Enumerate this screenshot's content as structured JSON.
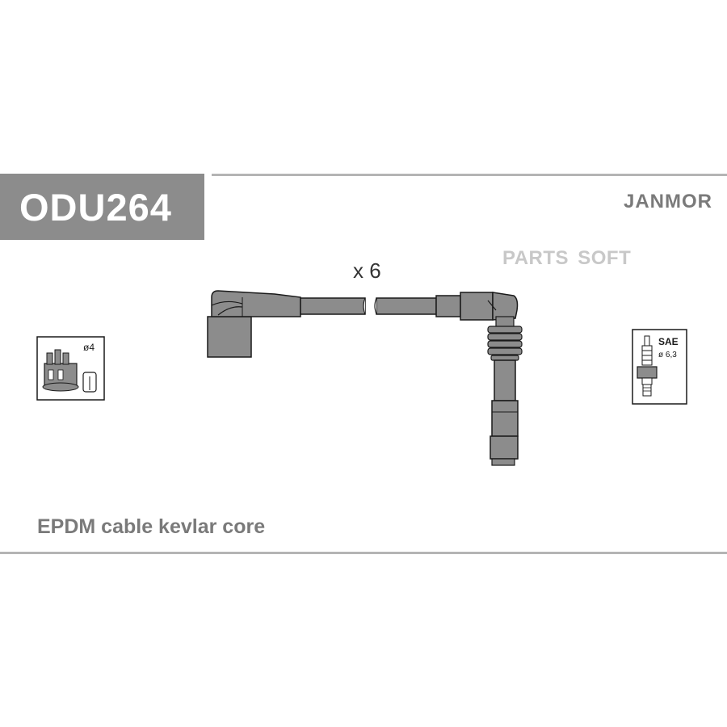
{
  "product_code": "ODU264",
  "brand": "JANMOR",
  "watermark": "PARTS SOFT",
  "quantity_label": "x 6",
  "left_icon_label": "ø4",
  "right_icon_label_top": "SAE",
  "right_icon_label_bottom": "ø 6,3",
  "description": "EPDM cable kevlar core",
  "colors": {
    "code_box": "#8c8c8c",
    "rules": "#b4b4b4",
    "cable_fill": "#8c8c8c",
    "outline": "#1a1a1a"
  }
}
